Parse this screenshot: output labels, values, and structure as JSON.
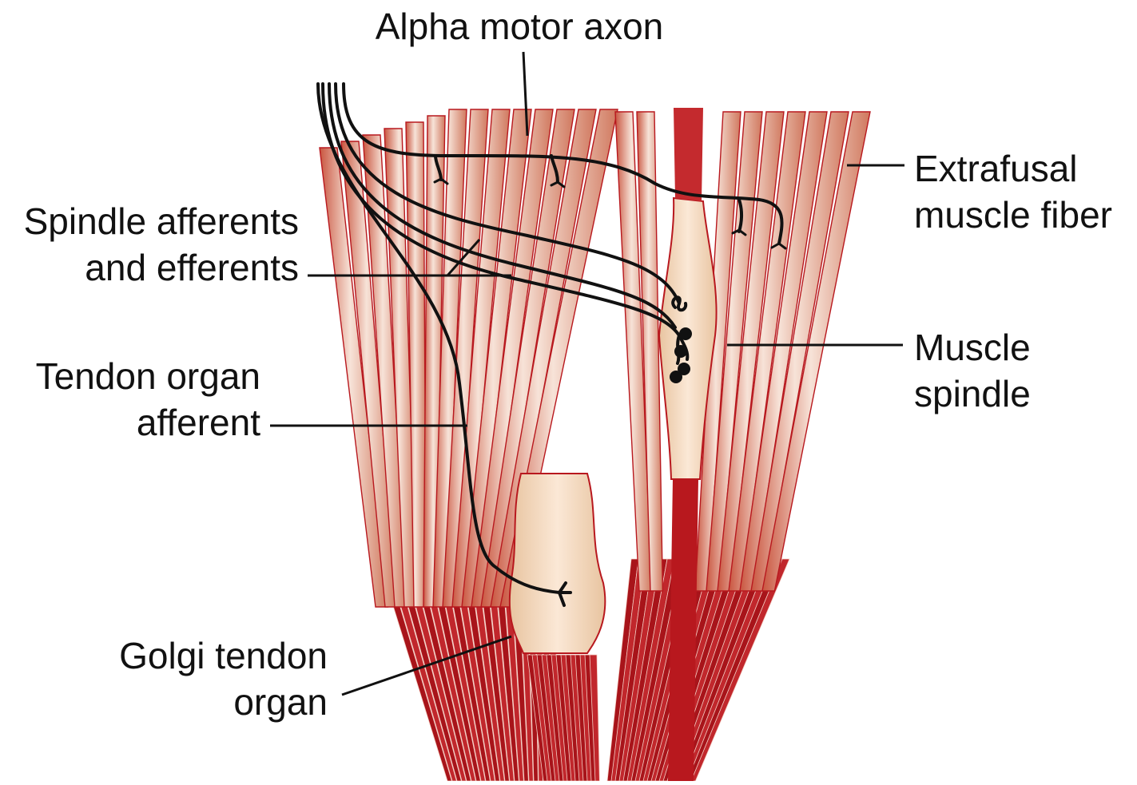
{
  "labels": {
    "alpha_motor_axon": "Alpha motor axon",
    "extrafusal_line1": "Extrafusal",
    "extrafusal_line2": "muscle fiber",
    "spindle_aff_line1": "Spindle afferents",
    "spindle_aff_line2": "and efferents",
    "muscle_spindle_line1": "Muscle",
    "muscle_spindle_line2": "spindle",
    "tendon_aff_line1": "Tendon organ",
    "tendon_aff_line2": "afferent",
    "golgi_line1": "Golgi tendon",
    "golgi_line2": "organ"
  },
  "colors": {
    "muscle_dark": "#b8181e",
    "muscle_light": "#d9876a",
    "muscle_highlight": "#f7ddd2",
    "spindle_fill": "#f2d6b8",
    "tendon_fill": "#f2d6b8",
    "nerve": "#111111",
    "text": "#111111"
  }
}
